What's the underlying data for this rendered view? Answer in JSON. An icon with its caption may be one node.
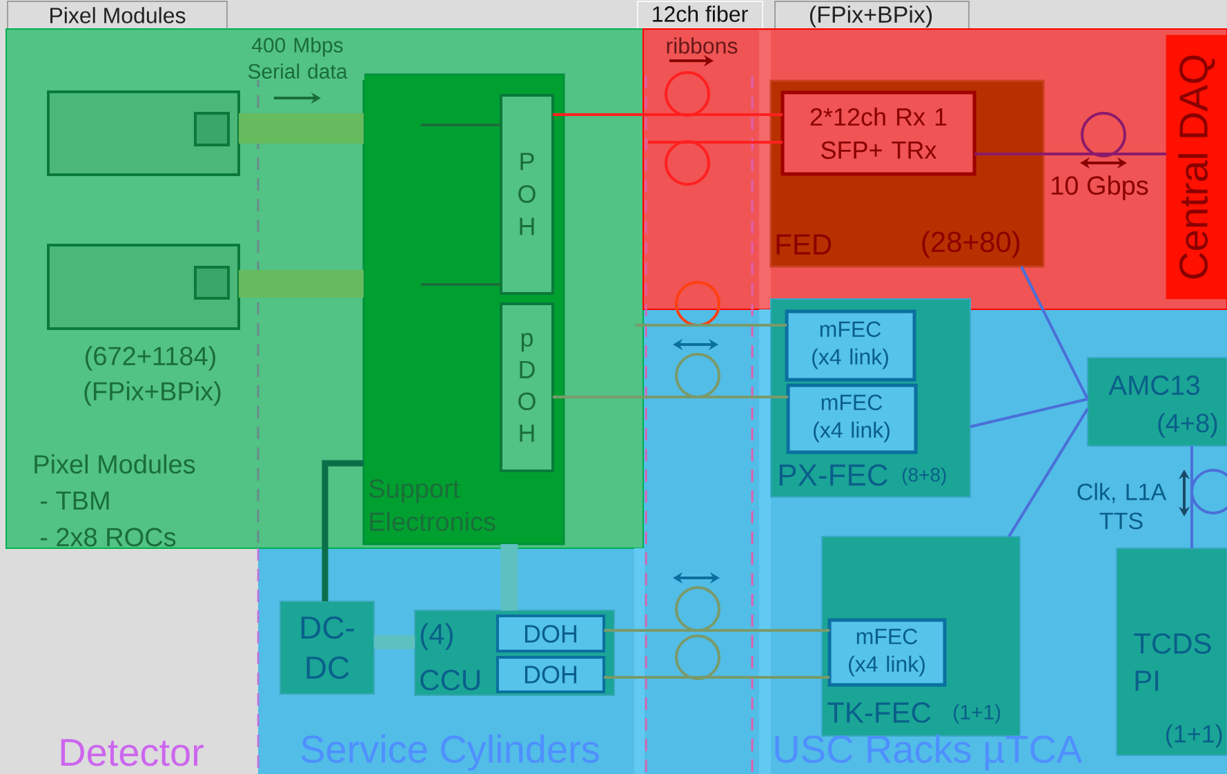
{
  "diagram": {
    "nodes": [
      {
        "text": [],
        "shape": "box"
      },
      {
        "text": [],
        "shape": "box",
        "beside": [
          "(672+1184)",
          "(FPix+BPix)"
        ]
      },
      {
        "text": [
          "Support Electronics"
        ]
      },
      {
        "text": [
          "P O H"
        ],
        "in": 2
      },
      {
        "text": [
          "p D O H"
        ],
        "in": 2
      },
      {
        "text": [
          "DC-DC"
        ]
      },
      {
        "text": [
          "(4)",
          "CCU"
        ]
      },
      {
        "text": [
          "DOH"
        ],
        "in": 6
      },
      {
        "text": [
          "DOH"
        ],
        "in": 6
      },
      {
        "text": [
          "FED",
          "(28+80)"
        ]
      },
      {
        "text": [
          "2*12ch Rx 1 SFP+ TRx"
        ],
        "in": 9
      },
      {
        "text": [
          "Central DAQ"
        ]
      },
      {
        "text": [
          "PX-FEC",
          "(8+8)"
        ]
      },
      {
        "text": [
          "mFEC (x4 link)"
        ],
        "in": 12
      },
      {
        "text": [
          "mFEC (x4 link)"
        ],
        "in": 12
      },
      {
        "text": [
          "AMC13",
          "(4+8)"
        ]
      },
      {
        "text": [
          "TK-FEC",
          "(1+1)"
        ]
      },
      {
        "text": [
          "mFEC (x4 link)"
        ],
        "in": 16
      },
      {
        "text": [
          "TCDS PI",
          "(1+1)"
        ]
      }
    ],
    "edges": [
      {
        "from": 0,
        "to": 2,
        "arrow": "none",
        "style": "thick",
        "color": "#66bb5e",
        "label": "400 Mbps Serial data"
      },
      {
        "from": 1,
        "to": 2,
        "arrow": "none",
        "style": "thick",
        "color": "#66bb5e"
      },
      {
        "from": null,
        "to": 3,
        "arrow": "none",
        "color": "#1a6e3a"
      },
      {
        "from": null,
        "to": 3,
        "arrow": "none",
        "color": "#1a6e3a"
      },
      {
        "from": 3,
        "to": 10,
        "arrow": "none",
        "color": "#ff2020"
      },
      {
        "from": null,
        "to": 10,
        "arrow": "none",
        "color": "#ff2020"
      },
      {
        "from": 10,
        "to": 11,
        "arrow": "none",
        "color": "#8b1a6b",
        "label": "10 Gbps"
      },
      {
        "from": null,
        "to": 13,
        "arrow": "none"
      },
      {
        "from": 4,
        "to": 14,
        "arrow": "none"
      },
      {
        "from": 7,
        "to": 17,
        "arrow": "none"
      },
      {
        "from": 8,
        "to": 17,
        "arrow": "none"
      },
      {
        "from": 9,
        "to": 15,
        "arrow": "none",
        "color": "#4a6fd8"
      },
      {
        "from": 12,
        "to": 15,
        "arrow": "none",
        "color": "#4a6fd8"
      },
      {
        "from": 16,
        "to": 15,
        "arrow": "none",
        "color": "#4a6fd8"
      },
      {
        "from": 15,
        "to": 18,
        "arrow": "none",
        "color": "#4a6fd8",
        "label": "Clk, L1A TTS"
      },
      {
        "from": 5,
        "to": 2,
        "arrow": "none",
        "style": "thick",
        "color": "#0b6e4a"
      },
      {
        "from": 5,
        "to": 6,
        "arrow": "none",
        "style": "thick",
        "color": "#5fc0c0"
      },
      {
        "from": 2,
        "to": 6,
        "arrow": "none",
        "style": "thick",
        "color": "#5fc0c0"
      }
    ],
    "labels": [
      "Pixel Modules",
      "12ch fiber",
      "(FPix+BPix)",
      "ribbons",
      "Pixel Modules",
      "- TBM",
      "- 2x8 ROCs",
      "Detector",
      "Service Cylinders",
      "USC Racks µTCA"
    ]
  }
}
